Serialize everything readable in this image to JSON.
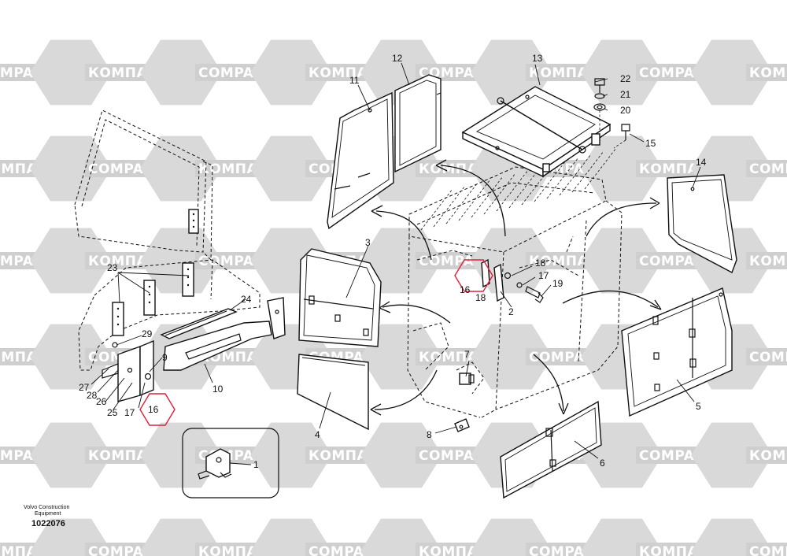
{
  "watermark": {
    "latin": "COMPART",
    "cyrillic": "КОМПАРТ"
  },
  "callouts": [
    {
      "id": "c1",
      "label": "1"
    },
    {
      "id": "c2",
      "label": "2"
    },
    {
      "id": "c3",
      "label": "3"
    },
    {
      "id": "c4",
      "label": "4"
    },
    {
      "id": "c5",
      "label": "5"
    },
    {
      "id": "c6",
      "label": "6"
    },
    {
      "id": "c7",
      "label": "7"
    },
    {
      "id": "c8",
      "label": "8"
    },
    {
      "id": "c9",
      "label": "9"
    },
    {
      "id": "c10",
      "label": "10"
    },
    {
      "id": "c11",
      "label": "11"
    },
    {
      "id": "c12",
      "label": "12"
    },
    {
      "id": "c13",
      "label": "13"
    },
    {
      "id": "c14",
      "label": "14"
    },
    {
      "id": "c15",
      "label": "15"
    },
    {
      "id": "c16a",
      "label": "16"
    },
    {
      "id": "c16b",
      "label": "16"
    },
    {
      "id": "c17a",
      "label": "17"
    },
    {
      "id": "c17b",
      "label": "17"
    },
    {
      "id": "c18a",
      "label": "18"
    },
    {
      "id": "c18b",
      "label": "18"
    },
    {
      "id": "c19",
      "label": "19"
    },
    {
      "id": "c20",
      "label": "20"
    },
    {
      "id": "c21",
      "label": "21"
    },
    {
      "id": "c22",
      "label": "22"
    },
    {
      "id": "c23",
      "label": "23"
    },
    {
      "id": "c24",
      "label": "24"
    },
    {
      "id": "c25",
      "label": "25"
    },
    {
      "id": "c26",
      "label": "26"
    },
    {
      "id": "c27",
      "label": "27"
    },
    {
      "id": "c28",
      "label": "28"
    },
    {
      "id": "c29",
      "label": "29"
    }
  ],
  "footer": {
    "brand_line1": "Volvo Construction",
    "brand_line2": "Equipment",
    "drawing_number": "1022076"
  },
  "highlight_color": "#e0203a"
}
